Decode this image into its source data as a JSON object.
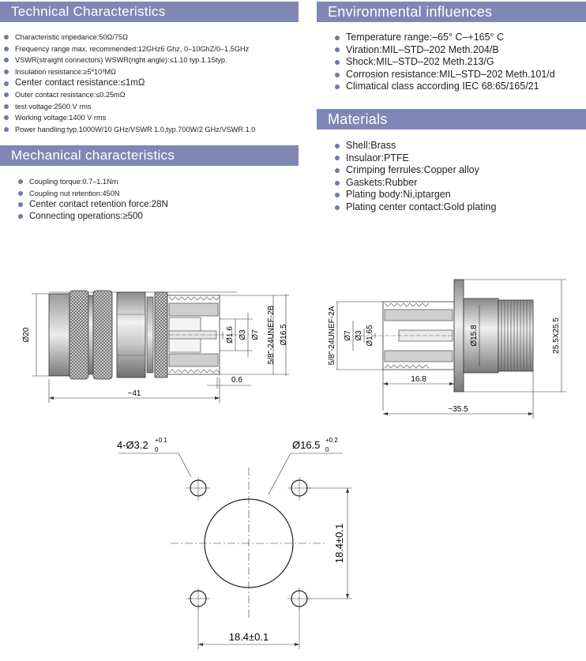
{
  "technical": {
    "heading": "Technical Characteristics",
    "items": [
      "Characteristic impedance:50Ω/75Ω",
      "Frequency range  max. recommended:12GHz6 Ghz,  0–10GhZ/0–1.5GHz",
      "VSWR(straight connectors)  WSWR(right angle):≤1.10 typ.1.15typ.",
      "Insulation resistance:≥5*10³MΩ",
      "Center contact resistance:≤1mΩ",
      "Outer contact resistance:≤0.25mΩ",
      "test voltage:2500 V rms",
      "Working voltage:1400 V rms",
      "Power handling:typ.1000W/10 GHz/VSWR 1.0,typ.700W/2 GHz/VSWR 1.0"
    ]
  },
  "mechanical": {
    "heading": "Mechanical characteristics",
    "items": [
      "Coupling torque:0.7–1.1Nm",
      "Coupling nut retention:450N",
      "Center contact retention force:28N",
      "Connecting operations:≥500"
    ]
  },
  "environmental": {
    "heading": "Environmental influences",
    "items": [
      "Temperature range:–65° C–+165° C",
      "Viration:MIL–STD–202 Meth.204/B",
      "Shock:MIL–STD–202 Meth.213/G",
      "Corrosion resistance:MIL–STD–202 Meth.101/d",
      "Climatical class according IEC 68:65/165/21"
    ]
  },
  "materials": {
    "heading": "Materials",
    "items": [
      "Shell:Brass",
      "Insulaor:PTFE",
      "Crimping ferrules:Copper alloy",
      "Gaskets:Rubber",
      "Plating body:Ni,iptargen",
      "Plating center contact:Gold plating"
    ]
  },
  "drawing_left": {
    "d20": "Ø20",
    "d16": "Ø1.6",
    "d3": "Ø3",
    "d7": "Ø7",
    "thread": "5/8\"-24UNEF-2B",
    "d165": "Ø16.5",
    "dim06": "0.6",
    "dim41": "~41"
  },
  "drawing_right": {
    "thread": "5/8\"-24UNEF-2A",
    "d7": "Ø7",
    "d3": "Ø3",
    "d165": "Ø1.65",
    "d158": "Ø15.8",
    "flange": "25.5X25.5",
    "dim168": "16.8",
    "dim355": "~35.5"
  },
  "flange_drawing": {
    "holes": "4-Ø3.2",
    "holes_tol_up": "+0.1",
    "holes_tol_low": "0",
    "bore": "Ø16.5",
    "bore_tol_up": "+0.2",
    "bore_tol_low": "0",
    "vert_dim": "18.4±0.1",
    "horiz_dim": "18.4±0.1"
  }
}
